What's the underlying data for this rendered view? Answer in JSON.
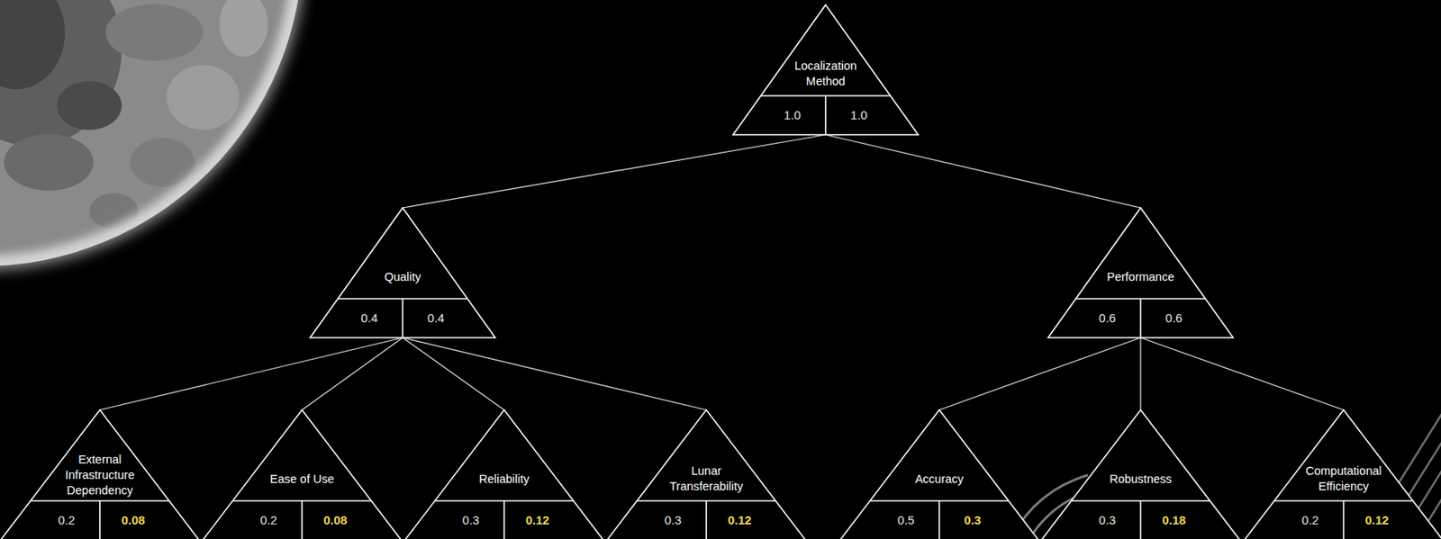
{
  "diagram": {
    "nodes": [
      {
        "text": [
          "Localization Method",
          "1.0",
          "1.0"
        ]
      },
      {
        "text": [
          "Quality",
          "0.4",
          "0.4"
        ]
      },
      {
        "text": [
          "Performance",
          "0.6",
          "0.6"
        ]
      },
      {
        "text": [
          "External Infrastructure Dependency",
          "0.2",
          "0.08"
        ]
      },
      {
        "text": [
          "Ease of Use",
          "0.2",
          "0.08"
        ]
      },
      {
        "text": [
          "Reliability",
          "0.3",
          "0.12"
        ]
      },
      {
        "text": [
          "Lunar Transferability",
          "0.3",
          "0.12"
        ]
      },
      {
        "text": [
          "Accuracy",
          "0.5",
          "0.3"
        ]
      },
      {
        "text": [
          "Robustness",
          "0.3",
          "0.18"
        ]
      },
      {
        "text": [
          "Computational Efficiency",
          "0.2",
          "0.12"
        ]
      }
    ],
    "edges": [
      {
        "from": 0,
        "to": 1,
        "arrow": "none"
      },
      {
        "from": 0,
        "to": 2,
        "arrow": "none"
      },
      {
        "from": 1,
        "to": 3,
        "arrow": "none"
      },
      {
        "from": 1,
        "to": 4,
        "arrow": "none"
      },
      {
        "from": 1,
        "to": 5,
        "arrow": "none"
      },
      {
        "from": 1,
        "to": 6,
        "arrow": "none"
      },
      {
        "from": 2,
        "to": 7,
        "arrow": "none"
      },
      {
        "from": 2,
        "to": 8,
        "arrow": "none"
      },
      {
        "from": 2,
        "to": 9,
        "arrow": "none"
      }
    ]
  }
}
